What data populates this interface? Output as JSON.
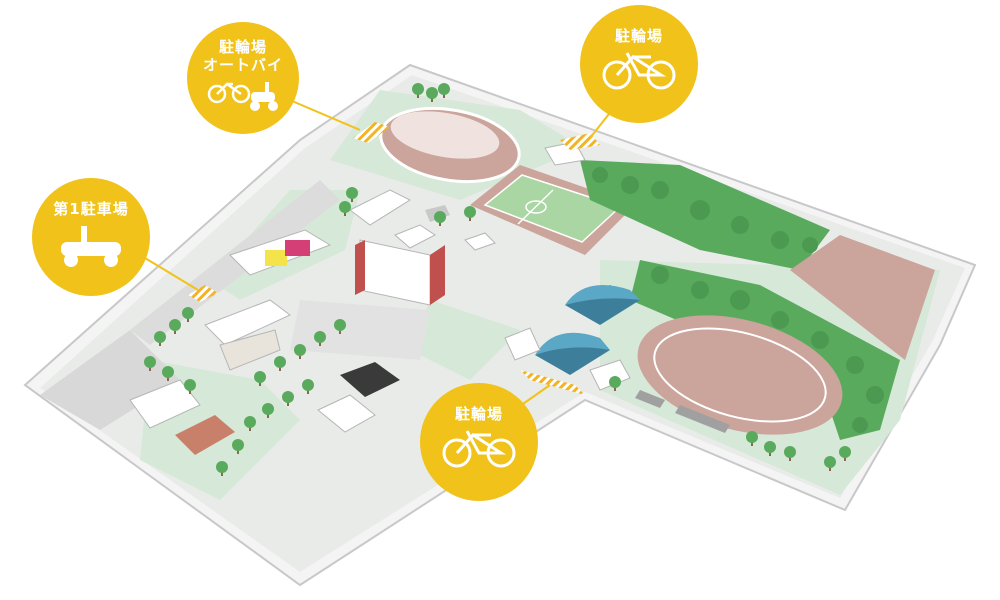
{
  "colors": {
    "badge": "#f0c21a",
    "grass": "#d6e8d7",
    "field": "#cba49b",
    "tree": "#5aaa5e",
    "building": "#ffffff",
    "dome": "#5aa7c6",
    "parking": "#f3b323"
  },
  "callouts": [
    {
      "label": "駐輪場",
      "sub": "オートバイ",
      "icons": [
        "bicycle-icon",
        "scooter-icon"
      ]
    },
    {
      "label": "駐輪場",
      "icons": [
        "bicycle-icon"
      ]
    },
    {
      "label": "第1駐車場",
      "icons": [
        "scooter-icon"
      ]
    },
    {
      "label": "駐輪場",
      "icons": [
        "bicycle-icon"
      ]
    }
  ]
}
